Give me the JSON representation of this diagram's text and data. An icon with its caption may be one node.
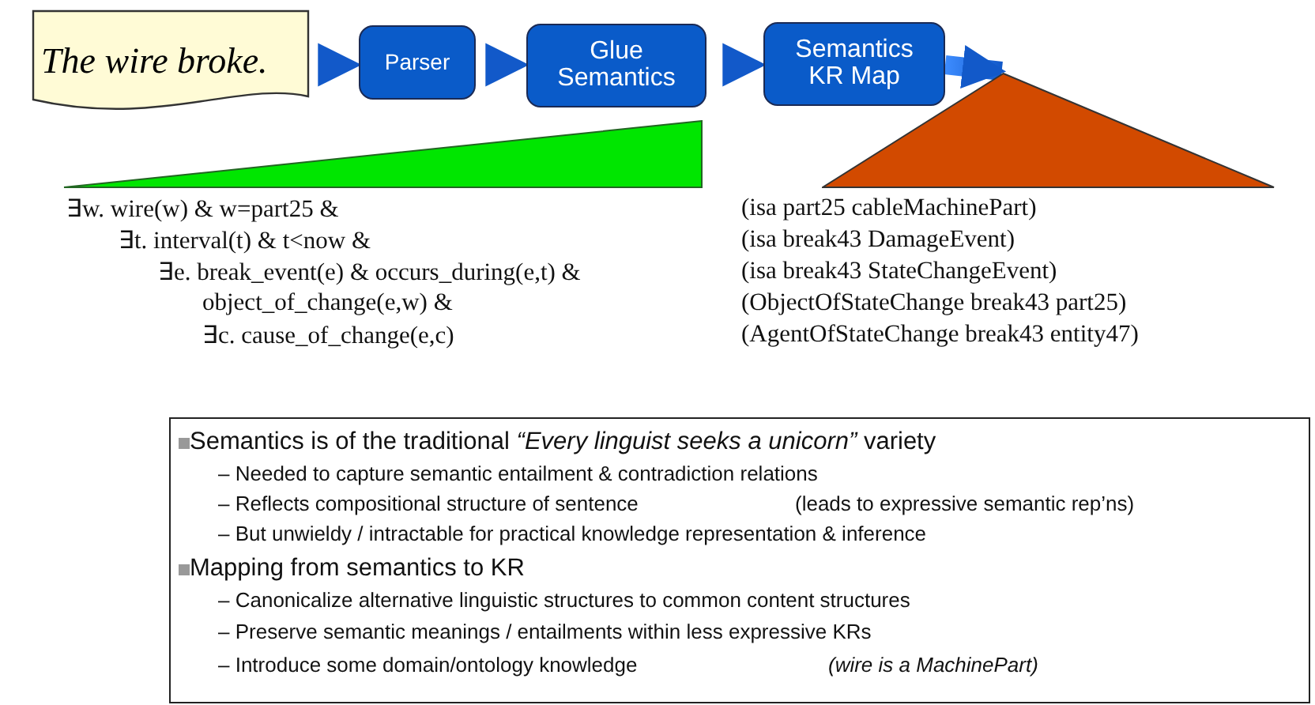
{
  "diagram": {
    "nodes": [
      {
        "text": [
          "The wire broke."
        ]
      },
      {
        "text": [
          "Parser"
        ]
      },
      {
        "text": [
          "Glue Semantics"
        ]
      },
      {
        "text": [
          "Semantics KR Map"
        ]
      },
      {
        "text": [],
        "shape": "triangle"
      },
      {
        "text": [],
        "shape": "triangle"
      },
      {
        "text": [
          "Semantics is of the traditional *“Every linguist seeks a unicorn”* variety",
          "– Needed to capture semantic entailment & contradiction relations",
          "– Reflects compositional structure of sentence",
          "(leads to expressive semantic rep’ns)",
          "– But unwieldy / intractable for practical knowledge representation & inference",
          "Mapping from semantics to KR",
          "– Canonicalize alternative linguistic structures to common content structures",
          "– Preserve semantic meanings / entailments within less expressive KRs",
          "– Introduce some domain/ontology knowledge",
          "(wire is a MachinePart)"
        ]
      }
    ],
    "edges": [
      {
        "from": 0,
        "to": 1,
        "arrow": "to"
      },
      {
        "from": 1,
        "to": 2,
        "arrow": "to"
      },
      {
        "from": 2,
        "to": 3,
        "arrow": "to"
      },
      {
        "from": 3,
        "to": 5,
        "arrow": "to"
      }
    ],
    "labels": [
      "∃w. wire(w) & w=part25 &",
      "∃t. interval(t) & t<now &",
      "∃e. break_event(e) & occurs_during(e,t) &",
      "object_of_change(e,w) &",
      "∃c. cause_of_change(e,c)",
      "(isa part25 cableMachinePart)",
      "(isa break43 DamageEvent)",
      "(isa break43 StateChangeEvent)",
      "(ObjectOfStateChange break43 part25)",
      "(AgentOfStateChange break43 entity47)"
    ]
  }
}
